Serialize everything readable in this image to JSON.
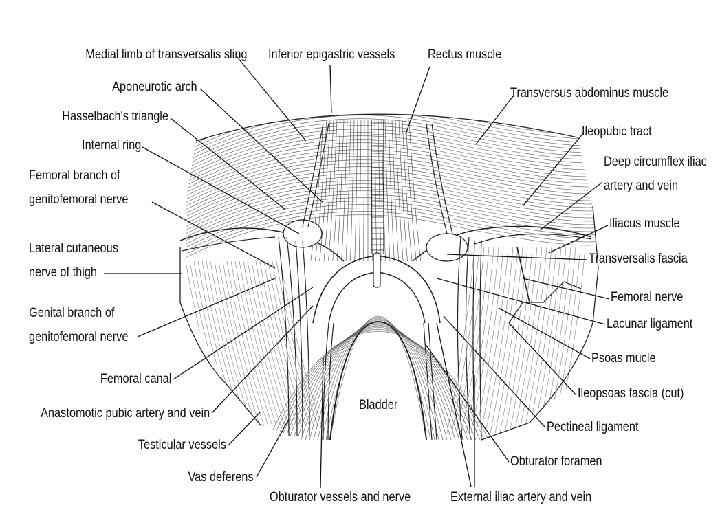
{
  "diagram": {
    "labels": {
      "medial_limb": "Medial limb of transversalis sling",
      "inferior_epigastric": "Inferior epigastric vessels",
      "rectus_muscle": "Rectus muscle",
      "aponeurotic_arch": "Aponeurotic arch",
      "transversus_abdominus": "Transversus abdominus muscle",
      "hasselbach_triangle": "Hasselbach's triangle",
      "ileopubic_tract": "Ileopubic tract",
      "internal_ring": "Internal ring",
      "deep_circumflex_1": "Deep circumflex iliac",
      "deep_circumflex_2": "artery and vein",
      "femoral_branch_1": "Femoral branch of",
      "femoral_branch_2": "genitofemoral nerve",
      "iliacus_muscle": "Iliacus muscle",
      "lateral_cutaneous_1": "Lateral cutaneous",
      "lateral_cutaneous_2": "nerve of thigh",
      "transversalis_fascia": "Transversalis fascia",
      "genital_branch_1": "Genital branch of",
      "genital_branch_2": "genitofemoral nerve",
      "femoral_nerve": "Femoral nerve",
      "lacunar_ligament": "Lacunar ligament",
      "psoas_muscle": "Psoas mucle",
      "femoral_canal": "Femoral canal",
      "ileopsoas_fascia": "Ileopsoas fascia (cut)",
      "anastomotic_pubic": "Anastomotic pubic artery and vein",
      "bladder": "Bladder",
      "pectineal_ligament": "Pectineal ligament",
      "testicular_vessels": "Testicular vessels",
      "obturator_foramen": "Obturator foramen",
      "vas_deferens": "Vas deferens",
      "obturator_vessels": "Obturator vessels and nerve",
      "external_iliac": "External iliac artery and vein"
    }
  }
}
